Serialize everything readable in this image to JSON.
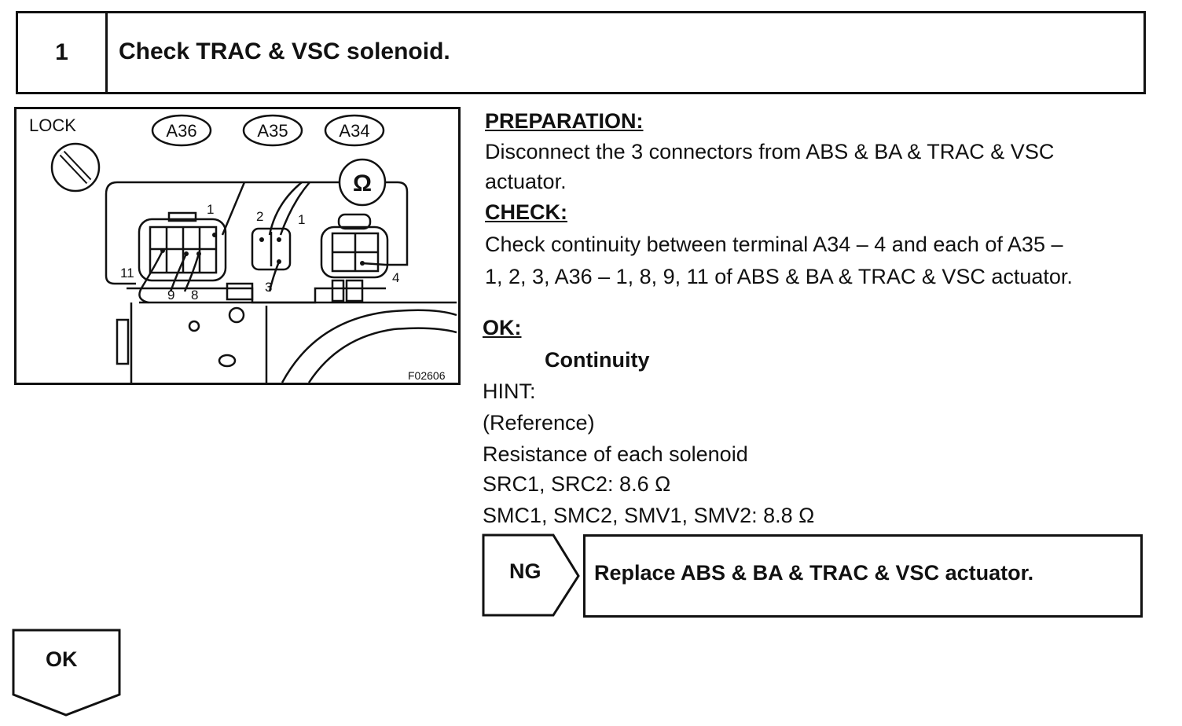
{
  "header": {
    "step_number": "1",
    "title": "Check TRAC & VSC solenoid."
  },
  "diagram": {
    "lock_label": "LOCK",
    "connectors": [
      "A36",
      "A35",
      "A34"
    ],
    "ohm_symbol": "Ω",
    "pin_labels": {
      "a36_1": "1",
      "a36_11": "11",
      "a36_9": "9",
      "a36_8": "8",
      "a35_2": "2",
      "a35_1": "1",
      "a35_3": "3",
      "a34_4": "4"
    },
    "figure_id": "F02606"
  },
  "content": {
    "preparation_heading": "PREPARATION:",
    "preparation_line1": "Disconnect the 3 connectors from ABS & BA & TRAC & VSC",
    "preparation_line2": "actuator.",
    "check_heading": "CHECK:",
    "check_line1": "Check continuity between terminal A34 – 4 and each of A35 –",
    "check_line2": "1, 2, 3, A36 – 1, 8, 9, 11 of ABS & BA & TRAC & VSC actuator.",
    "ok_heading": "OK:",
    "ok_value": "Continuity",
    "hint_heading": "HINT:",
    "hint_line1": "(Reference)",
    "hint_line2": "Resistance of each solenoid",
    "hint_line3": "SRC1, SRC2: 8.6 Ω",
    "hint_line4": "SMC1, SMC2, SMV1, SMV2: 8.8 Ω"
  },
  "flow": {
    "ng_label": "NG",
    "ng_action": "Replace ABS & BA & TRAC & VSC actuator.",
    "ok_label": "OK"
  }
}
